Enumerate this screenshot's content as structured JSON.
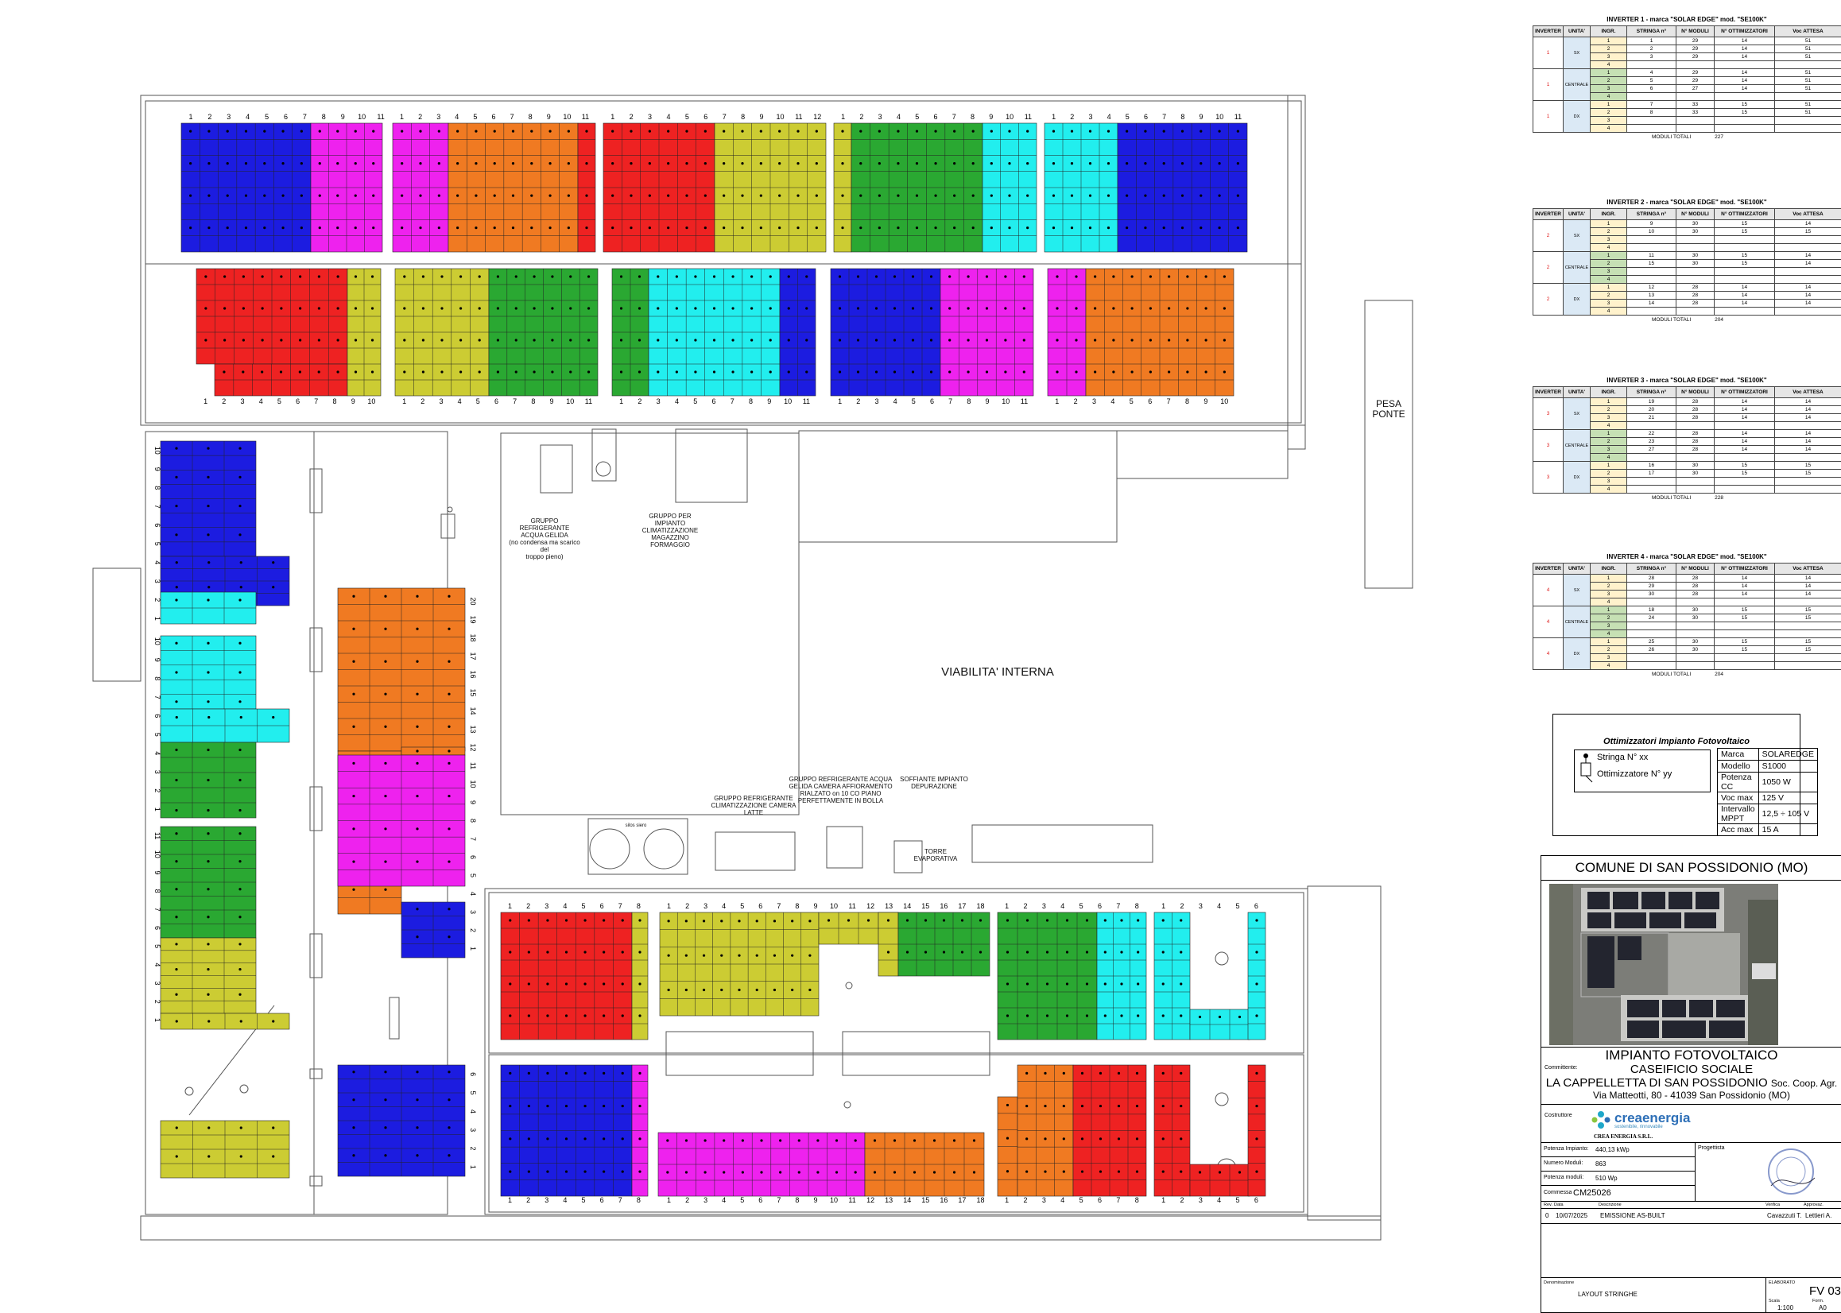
{
  "roof_top": {
    "row1_sections": [
      {
        "numbers": [
          "1",
          "2",
          "3",
          "4",
          "5",
          "6",
          "7",
          "8",
          "9",
          "10",
          "11"
        ]
      },
      {
        "numbers": [
          "1",
          "2",
          "3",
          "4",
          "5",
          "6",
          "7",
          "8",
          "9",
          "10",
          "11"
        ]
      },
      {
        "numbers": [
          "1",
          "2",
          "3",
          "4",
          "5",
          "6",
          "7",
          "8",
          "9",
          "10",
          "11",
          "12"
        ]
      },
      {
        "numbers": [
          "1",
          "2",
          "3",
          "4",
          "5",
          "6",
          "7",
          "8",
          "9",
          "10",
          "11"
        ]
      },
      {
        "numbers": [
          "1",
          "2",
          "3",
          "4",
          "5",
          "6",
          "7",
          "8",
          "9",
          "10",
          "11"
        ]
      }
    ],
    "row2_sections": [
      {
        "numbers": [
          "1",
          "2",
          "3",
          "4",
          "5",
          "6",
          "7",
          "8",
          "9",
          "10"
        ]
      },
      {
        "numbers": [
          "1",
          "2",
          "3",
          "4",
          "5",
          "6",
          "7",
          "8",
          "9",
          "10",
          "11"
        ]
      },
      {
        "numbers": [
          "1",
          "2",
          "3",
          "4",
          "5",
          "6",
          "7",
          "8",
          "9",
          "10",
          "11"
        ]
      },
      {
        "numbers": [
          "1",
          "2",
          "3",
          "4",
          "5",
          "6",
          "7",
          "8",
          "9",
          "10",
          "11"
        ]
      },
      {
        "numbers": [
          "1",
          "2",
          "3",
          "4",
          "5",
          "6",
          "7",
          "8",
          "9",
          "10"
        ]
      }
    ]
  },
  "left_columns": {
    "col1_groups": [
      [
        "10",
        "9",
        "8",
        "7",
        "6",
        "5",
        "4",
        "3",
        "2",
        "1"
      ],
      [
        "10",
        "9",
        "8",
        "7",
        "6",
        "5",
        "4",
        "3",
        "2",
        "1"
      ],
      [
        "11",
        "10",
        "9",
        "8",
        "7",
        "6",
        "5",
        "4",
        "3",
        "2",
        "1"
      ]
    ],
    "col2_groups": [
      [
        "20",
        "19",
        "18",
        "17",
        "16",
        "15",
        "14",
        "13",
        "12",
        "11",
        "10",
        "9",
        "8",
        "7",
        "6",
        "5",
        "4",
        "3",
        "2",
        "1"
      ],
      [
        "6",
        "5",
        "4",
        "3",
        "2",
        "1"
      ]
    ]
  },
  "bottom_roof": {
    "row1_sections": [
      {
        "numbers": [
          "1",
          "2",
          "3",
          "4",
          "5",
          "6",
          "7",
          "8"
        ]
      },
      {
        "numbers": [
          "1",
          "2",
          "3",
          "4",
          "5",
          "6",
          "7",
          "8",
          "9",
          "10",
          "11",
          "12",
          "13",
          "14",
          "15",
          "16",
          "17",
          "18"
        ]
      },
      {
        "numbers": [
          "1",
          "2",
          "3",
          "4",
          "5",
          "6",
          "7",
          "8"
        ]
      },
      {
        "numbers": [
          "1",
          "2",
          "3",
          "4",
          "5",
          "6"
        ]
      }
    ],
    "row2_sections": [
      {
        "numbers": [
          "1",
          "2",
          "3",
          "4",
          "5",
          "6",
          "7",
          "8"
        ]
      },
      {
        "numbers": [
          "1",
          "2",
          "3",
          "4",
          "5",
          "6",
          "7",
          "8",
          "9",
          "10",
          "11",
          "12",
          "13",
          "14",
          "15",
          "16",
          "17",
          "18"
        ]
      },
      {
        "numbers": [
          "1",
          "2",
          "3",
          "4",
          "5",
          "6",
          "7",
          "8"
        ]
      },
      {
        "numbers": [
          "1",
          "2",
          "3",
          "4",
          "5",
          "6"
        ]
      }
    ]
  },
  "annotations": {
    "gruppo_acqua": "GRUPPO REFRIGERANTE\nACQUA GELIDA\n(no condensa ma scarico del\ntroppo pieno)",
    "gruppo_impianto": "GRUPPO PER IMPIANTO\nCLIMATIZZAZIONE\nMAGAZZINO FORMAGGIO",
    "viabilita": "VIABILITA' INTERNA",
    "pesa": "PESA\nPONTE",
    "gruppo_camera_latte": "GRUPPO REFRIGERANTE\nCLIMATIZZAZIONE CAMERA\nLATTE",
    "gruppo_affioramento": "GRUPPO REFRIGERANTE ACQUA\nGELIDA CAMERA AFFIORAMENTO\nRIALZATO on 10 CO PIANO\nPERFETTAMENTE IN BOLLA",
    "soffiante": "SOFFIANTE IMPIANTO\nDEPURAZIONE",
    "torre": "TORRE\nEVAPORATIVA",
    "silos": "silos siero"
  },
  "inverters": [
    {
      "title": "INVERTER 1 - marca \"SOLAR EDGE\" mod. \"SE100K\"",
      "headers": [
        "INVERTER",
        "UNITA'",
        "INGR.",
        "STRINGA n°",
        "N° MODULI",
        "N° OTTIMIZZATORI",
        "Voc ATTESA"
      ],
      "groups": [
        {
          "inv": "1",
          "unit": "SX",
          "rows": [
            [
              "1",
              "1",
              "29",
              "14",
              "51"
            ],
            [
              "2",
              "2",
              "29",
              "14",
              "51"
            ],
            [
              "3",
              "3",
              "29",
              "14",
              "51"
            ],
            [
              "4",
              "",
              "",
              "",
              ""
            ]
          ]
        },
        {
          "inv": "1",
          "unit": "CENTRALE",
          "rows": [
            [
              "1",
              "4",
              "29",
              "14",
              "51"
            ],
            [
              "2",
              "5",
              "29",
              "14",
              "51"
            ],
            [
              "3",
              "6",
              "27",
              "14",
              "51"
            ],
            [
              "4",
              "",
              "",
              "",
              ""
            ]
          ]
        },
        {
          "inv": "1",
          "unit": "DX",
          "rows": [
            [
              "1",
              "7",
              "33",
              "15",
              "51"
            ],
            [
              "2",
              "8",
              "33",
              "15",
              "51"
            ],
            [
              "3",
              "",
              "",
              "",
              ""
            ],
            [
              "4",
              "",
              "",
              "",
              ""
            ]
          ]
        }
      ],
      "total_label": "MODULI TOTALI",
      "total": "227"
    },
    {
      "title": "INVERTER 2 - marca \"SOLAR EDGE\" mod. \"SE100K\"",
      "headers": [
        "INVERTER",
        "UNITA'",
        "INGR.",
        "STRINGA n°",
        "N° MODULI",
        "N° OTTIMIZZATORI",
        "Voc ATTESA"
      ],
      "groups": [
        {
          "inv": "2",
          "unit": "SX",
          "rows": [
            [
              "1",
              "9",
              "30",
              "15",
              "14"
            ],
            [
              "2",
              "10",
              "30",
              "15",
              "15"
            ],
            [
              "3",
              "",
              "",
              "",
              ""
            ],
            [
              "4",
              "",
              "",
              "",
              ""
            ]
          ]
        },
        {
          "inv": "2",
          "unit": "CENTRALE",
          "rows": [
            [
              "1",
              "11",
              "30",
              "15",
              "14"
            ],
            [
              "2",
              "15",
              "30",
              "15",
              "14"
            ],
            [
              "3",
              "",
              "",
              "",
              ""
            ],
            [
              "4",
              "",
              "",
              "",
              ""
            ]
          ]
        },
        {
          "inv": "2",
          "unit": "DX",
          "rows": [
            [
              "1",
              "12",
              "28",
              "14",
              "14"
            ],
            [
              "2",
              "13",
              "28",
              "14",
              "14"
            ],
            [
              "3",
              "14",
              "28",
              "14",
              "14"
            ],
            [
              "4",
              "",
              "",
              "",
              ""
            ]
          ]
        }
      ],
      "total_label": "MODULI TOTALI",
      "total": "204"
    },
    {
      "title": "INVERTER 3 - marca \"SOLAR EDGE\" mod. \"SE100K\"",
      "headers": [
        "INVERTER",
        "UNITA'",
        "INGR.",
        "STRINGA n°",
        "N° MODULI",
        "N° OTTIMIZZATORI",
        "Voc ATTESA"
      ],
      "groups": [
        {
          "inv": "3",
          "unit": "SX",
          "rows": [
            [
              "1",
              "19",
              "28",
              "14",
              "14"
            ],
            [
              "2",
              "20",
              "28",
              "14",
              "14"
            ],
            [
              "3",
              "21",
              "28",
              "14",
              "14"
            ],
            [
              "4",
              "",
              "",
              "",
              ""
            ]
          ]
        },
        {
          "inv": "3",
          "unit": "CENTRALE",
          "rows": [
            [
              "1",
              "22",
              "28",
              "14",
              "14"
            ],
            [
              "2",
              "23",
              "28",
              "14",
              "14"
            ],
            [
              "3",
              "27",
              "28",
              "14",
              "14"
            ],
            [
              "4",
              "",
              "",
              "",
              ""
            ]
          ]
        },
        {
          "inv": "3",
          "unit": "DX",
          "rows": [
            [
              "1",
              "16",
              "30",
              "15",
              "15"
            ],
            [
              "2",
              "17",
              "30",
              "15",
              "15"
            ],
            [
              "3",
              "",
              "",
              "",
              ""
            ],
            [
              "4",
              "",
              "",
              "",
              ""
            ]
          ]
        }
      ],
      "total_label": "MODULI TOTALI",
      "total": "228"
    },
    {
      "title": "INVERTER 4 - marca \"SOLAR EDGE\" mod. \"SE100K\"",
      "headers": [
        "INVERTER",
        "UNITA'",
        "INGR.",
        "STRINGA n°",
        "N° MODULI",
        "N° OTTIMIZZATORI",
        "Voc ATTESA"
      ],
      "groups": [
        {
          "inv": "4",
          "unit": "SX",
          "rows": [
            [
              "1",
              "28",
              "28",
              "14",
              "14"
            ],
            [
              "2",
              "29",
              "28",
              "14",
              "14"
            ],
            [
              "3",
              "30",
              "28",
              "14",
              "14"
            ],
            [
              "4",
              "",
              "",
              "",
              ""
            ]
          ]
        },
        {
          "inv": "4",
          "unit": "CENTRALE",
          "rows": [
            [
              "1",
              "18",
              "30",
              "15",
              "15"
            ],
            [
              "2",
              "24",
              "30",
              "15",
              "15"
            ],
            [
              "3",
              "",
              "",
              "",
              ""
            ],
            [
              "4",
              "",
              "",
              "",
              ""
            ]
          ]
        },
        {
          "inv": "4",
          "unit": "DX",
          "rows": [
            [
              "1",
              "25",
              "30",
              "15",
              "15"
            ],
            [
              "2",
              "26",
              "30",
              "15",
              "15"
            ],
            [
              "3",
              "",
              "",
              "",
              ""
            ],
            [
              "4",
              "",
              "",
              "",
              ""
            ]
          ]
        }
      ],
      "total_label": "MODULI TOTALI",
      "total": "204"
    }
  ],
  "optimizers": {
    "title": "Ottimizzatori Impianto Fotovoltaico",
    "stringa": "Stringa N° xx",
    "ottimizzatore": "Ottimizzatore N° yy",
    "specs": [
      [
        "Marca",
        "SOLAREDGE"
      ],
      [
        "Modello",
        "S1000"
      ],
      [
        "Potenza CC",
        "1050 W"
      ],
      [
        "Voc max",
        "125 V"
      ],
      [
        "Intervallo MPPT",
        "12,5 ÷ 105 V"
      ],
      [
        "Acc max",
        "15 A"
      ]
    ]
  },
  "title_block": {
    "comune": "COMUNE DI SAN POSSIDONIO (MO)",
    "impianto": "IMPIANTO FOTOVOLTAICO",
    "committente_label": "Committente:",
    "committente1": "CASEIFICIO SOCIALE",
    "committente2": "LA CAPPELLETTA DI SAN POSSIDONIO",
    "committente2_suffix": "Soc. Coop. Agr.",
    "indirizzo": "Via Matteotti, 80 - 41039 San Possidonio (MO)",
    "costruttore_label": "Costruttore",
    "logo_name": "creaenergia",
    "logo_tag": "sostenibile, rinnovabile",
    "logo_company": "CREA ENERGIA S.R.L.",
    "potenza_label": "Potenza Impianto:",
    "potenza": "440,13 kWp",
    "numero_label": "Numero Moduli:",
    "numero": "863",
    "potenza_mod_label": "Potenza moduli:",
    "potenza_mod": "510 Wp",
    "commessa_label": "Commessa",
    "commessa": "CM25026",
    "progettista_label": "Progettista",
    "rev_headers": [
      "Rev.",
      "Data",
      "Descrizione",
      "Verifica",
      "Approvaz."
    ],
    "rev_row": [
      "0",
      "10/07/2025",
      "EMISSIONE AS-BUILT",
      "Cavazzuti T.",
      "Lettieri A."
    ],
    "denominazione_label": "Denominazione",
    "denominazione": "LAYOUT STRINGHE",
    "elaborato_label": "ELABORATO",
    "elaborato": "FV 03",
    "scala_label": "Scala",
    "scala": "1:100",
    "form_label": "Form.",
    "form": "A0"
  },
  "colors": {
    "blue": "#1c1ce0",
    "magenta": "#ee22ee",
    "orange": "#f07a22",
    "red": "#ee2222",
    "yellow": "#cccc33",
    "green": "#2aa832",
    "cyan": "#22eeee",
    "beige": "#fff2cc",
    "lightgreen": "#c6e0b4",
    "lightblue": "#dbe9f5"
  }
}
